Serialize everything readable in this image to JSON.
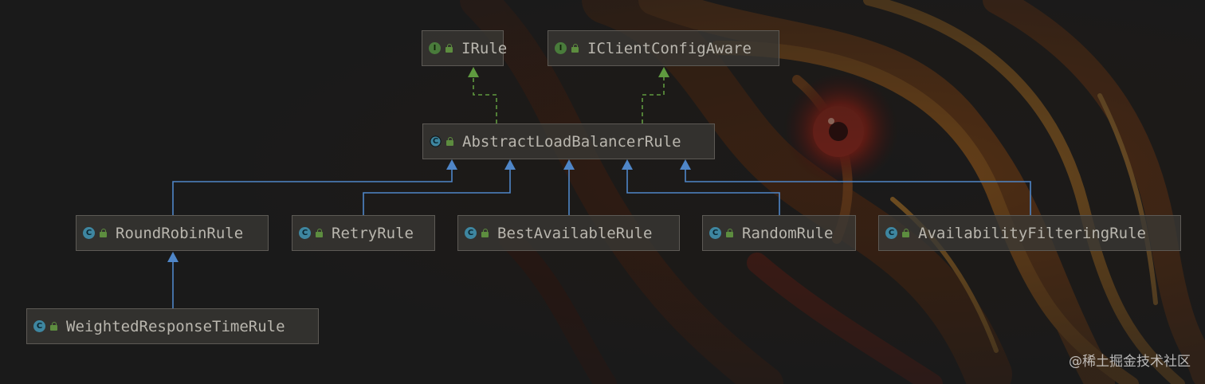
{
  "diagram": {
    "nodes": [
      {
        "id": "IRule",
        "label": "IRule",
        "kind": "interface",
        "icon": "interface-icon"
      },
      {
        "id": "IClientConfigAware",
        "label": "IClientConfigAware",
        "kind": "interface",
        "icon": "interface-icon"
      },
      {
        "id": "AbstractLoadBalancerRule",
        "label": "AbstractLoadBalancerRule",
        "kind": "abstract",
        "icon": "abstract-class-icon"
      },
      {
        "id": "RoundRobinRule",
        "label": "RoundRobinRule",
        "kind": "class",
        "icon": "class-icon"
      },
      {
        "id": "RetryRule",
        "label": "RetryRule",
        "kind": "class",
        "icon": "class-icon"
      },
      {
        "id": "BestAvailableRule",
        "label": "BestAvailableRule",
        "kind": "class",
        "icon": "class-icon"
      },
      {
        "id": "RandomRule",
        "label": "RandomRule",
        "kind": "class",
        "icon": "class-icon"
      },
      {
        "id": "AvailabilityFilteringRule",
        "label": "AvailabilityFilteringRule",
        "kind": "class",
        "icon": "class-icon"
      },
      {
        "id": "WeightedResponseTimeRule",
        "label": "WeightedResponseTimeRule",
        "kind": "class",
        "icon": "class-icon"
      }
    ],
    "edges": [
      {
        "from": "AbstractLoadBalancerRule",
        "to": "IRule",
        "type": "implements"
      },
      {
        "from": "AbstractLoadBalancerRule",
        "to": "IClientConfigAware",
        "type": "implements"
      },
      {
        "from": "RoundRobinRule",
        "to": "AbstractLoadBalancerRule",
        "type": "extends"
      },
      {
        "from": "RetryRule",
        "to": "AbstractLoadBalancerRule",
        "type": "extends"
      },
      {
        "from": "BestAvailableRule",
        "to": "AbstractLoadBalancerRule",
        "type": "extends"
      },
      {
        "from": "RandomRule",
        "to": "AbstractLoadBalancerRule",
        "type": "extends"
      },
      {
        "from": "AvailabilityFilteringRule",
        "to": "AbstractLoadBalancerRule",
        "type": "extends"
      },
      {
        "from": "WeightedResponseTimeRule",
        "to": "RoundRobinRule",
        "type": "extends"
      }
    ],
    "badge_letters": {
      "interface": "I",
      "class": "C",
      "abstract": "C"
    },
    "colors": {
      "implements_edge": "#5f9a3f",
      "extends_edge": "#4f86c8",
      "interface_badge": "#497b3b",
      "class_badge": "#3e86a0",
      "lock_icon": "#5d8d3f",
      "node_text": "#b9b6ae"
    }
  },
  "watermark": "@稀土掘金技术社区"
}
